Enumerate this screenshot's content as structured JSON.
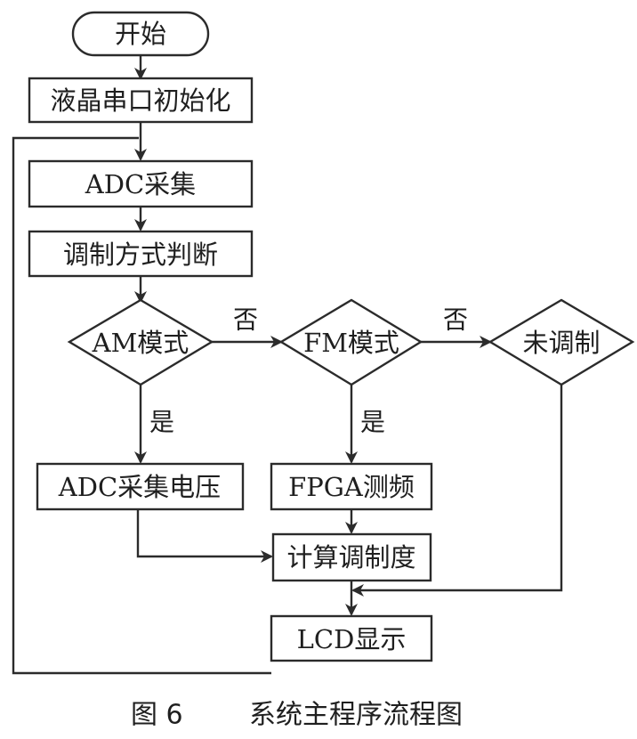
{
  "nodes": {
    "start": "开始",
    "lcd_init": "液晶串口初始化",
    "adc_sample": "ADC采集",
    "mod_judge": "调制方式判断",
    "am_mode": "AM模式",
    "fm_mode": "FM模式",
    "unmodulated": "未调制",
    "adc_voltage": "ADC采集电压",
    "fpga_freq": "FPGA测频",
    "calc_depth": "计算调制度",
    "lcd_display": "LCD显示"
  },
  "edges": {
    "am_no": "否",
    "fm_no": "否",
    "am_yes": "是",
    "fm_yes": "是"
  },
  "caption": {
    "figure_no": "图 6",
    "title": "系统主程序流程图"
  }
}
